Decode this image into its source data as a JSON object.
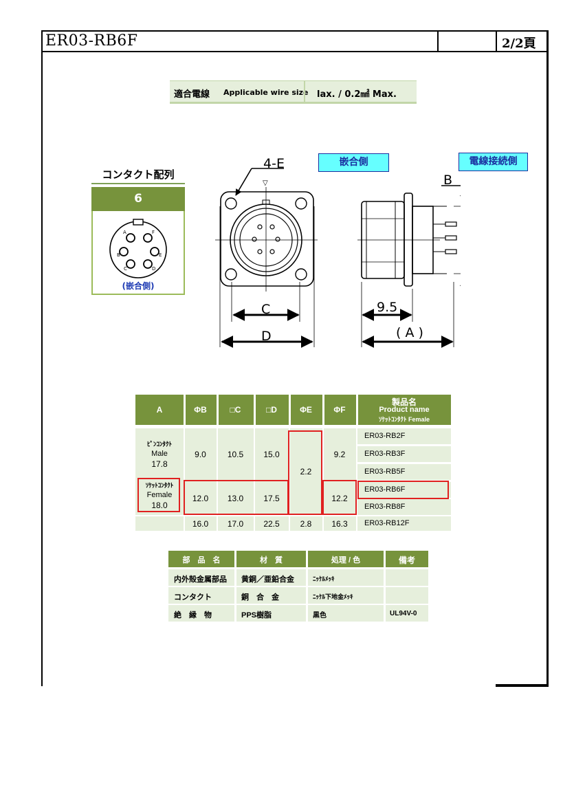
{
  "header": {
    "title": "ER03-RB6F",
    "page": "2/2頁"
  },
  "wire": {
    "label_jp": "適合電線",
    "label_en": "Applicable wire size",
    "value": "lax. / 0.2㎟ Max."
  },
  "contact": {
    "title": "コンタクト配列",
    "count": "6",
    "pins": [
      "A",
      "F",
      "B",
      "E",
      "C",
      "D"
    ],
    "caption": "(嵌合側)"
  },
  "drawing": {
    "label_mating": "嵌合側",
    "label_wire": "電線接続側",
    "dim_e": "4-E",
    "dim_b": "B",
    "dim_c": "C",
    "dim_d": "D",
    "dim_95": "9.5",
    "dim_a": "( A )",
    "datum_mark": "▽"
  },
  "spec_table": {
    "headers": [
      "A",
      "ΦB",
      "□C",
      "□D",
      "ΦE",
      "ΦF"
    ],
    "product_header": [
      "製品名",
      "Product name",
      "ｿｹｯﾄｺﾝﾀｸﾄ Female"
    ],
    "pin_label": [
      "ﾋﾟﾝｺﾝﾀｸﾄ",
      "Male",
      "17.8"
    ],
    "socket_label": [
      "ｿｹｯﾄｺﾝﾀｸﾄ",
      "Female",
      "18.0"
    ],
    "row1": [
      "9.0",
      "10.5",
      "15.0",
      "9.2"
    ],
    "row2": [
      "12.0",
      "13.0",
      "17.5",
      "12.2"
    ],
    "e_shared": "2.2",
    "row3": [
      "16.0",
      "17.0",
      "22.5",
      "2.8",
      "16.3"
    ],
    "products": [
      "ER03-RB2F",
      "ER03-RB3F",
      "ER03-RB5F",
      "ER03-RB6F",
      "ER03-RB8F",
      "ER03-RB12F"
    ]
  },
  "materials": {
    "headers": [
      "部　品　名",
      "材　質",
      "処理 / 色",
      "備考"
    ],
    "rows": [
      [
        "内外殻金属部品",
        "黄銅／亜鉛合金",
        "ﾆｯｹﾙﾒｯｷ",
        ""
      ],
      [
        "コンタクト",
        "銅　合　金",
        "ﾆｯｹﾙ下地金ﾒｯｷ",
        ""
      ],
      [
        "絶　縁　物",
        "PPS樹脂",
        "黒色",
        "UL94V-0"
      ]
    ]
  },
  "colors": {
    "header_green": "#77933c",
    "light_green": "#e6efdc",
    "highlight_red": "#e02020",
    "label_cyan": "#66ffff"
  }
}
